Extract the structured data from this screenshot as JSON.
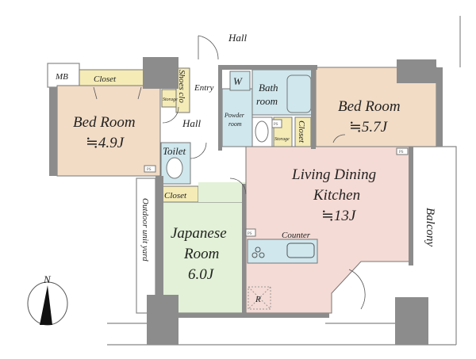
{
  "colors": {
    "wall": "#8c8c8c",
    "bedroom": "#f2dcc6",
    "closet": "#f4ebb6",
    "wet": "#cfe7ed",
    "japanese": "#e2f1d7",
    "ldk": "#f5dbd5"
  },
  "labels": {
    "hall_top": "Hall",
    "hall": "Hall",
    "entry": "Entry",
    "mb": "MB",
    "closet_left": "Closet",
    "shoes": "Shoes clo",
    "storage_left": "Storage",
    "bed_left_name": "Bed Room",
    "bed_left_size": "≒4.9J",
    "w": "W",
    "bath_1": "Bath",
    "bath_2": "room",
    "powder_1": "Powder",
    "powder_2": "room",
    "storage_mid": "Storage",
    "closet_mid": "Closet",
    "bed_right_name": "Bed Room",
    "bed_right_size": "≒5.7J",
    "toilet": "Toilet",
    "closet_toilet": "Closet",
    "ldk_1": "Living Dining",
    "ldk_2": "Kitchen",
    "ldk_size": "≒13J",
    "counter": "Counter",
    "japanese_1": "Japanese",
    "japanese_2": "Room",
    "japanese_size": "6.0J",
    "outdoor": "Outdoor unit yard",
    "balcony": "Balcony",
    "r": "R",
    "north": "N",
    "ps": "PS"
  }
}
